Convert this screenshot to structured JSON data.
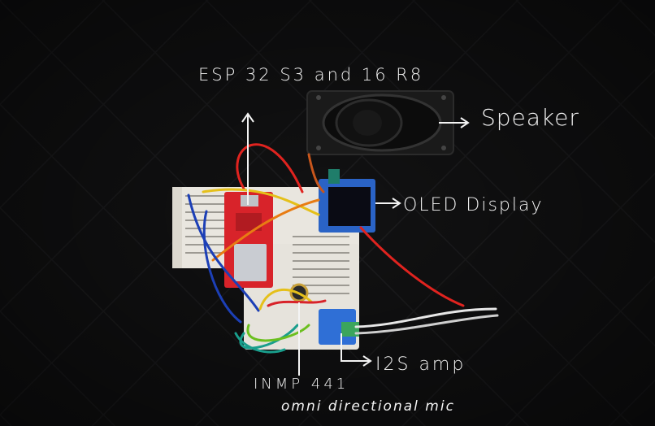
{
  "labels": {
    "esp": "ESP 32 S3 and 16 R8",
    "speaker": "Speaker",
    "oled": "OLED Display",
    "amp": "I2S amp",
    "mic": "INMP 441",
    "mic_desc": "omni directional mic"
  },
  "colors": {
    "background": "#0f0f10",
    "label": "#f4f4f4",
    "esp_board": "#d8232a",
    "oled_board": "#2a63c6",
    "amp_board": "#2f6fd6",
    "terminal": "#3ba55c",
    "breadboard": "#e9e6df"
  }
}
